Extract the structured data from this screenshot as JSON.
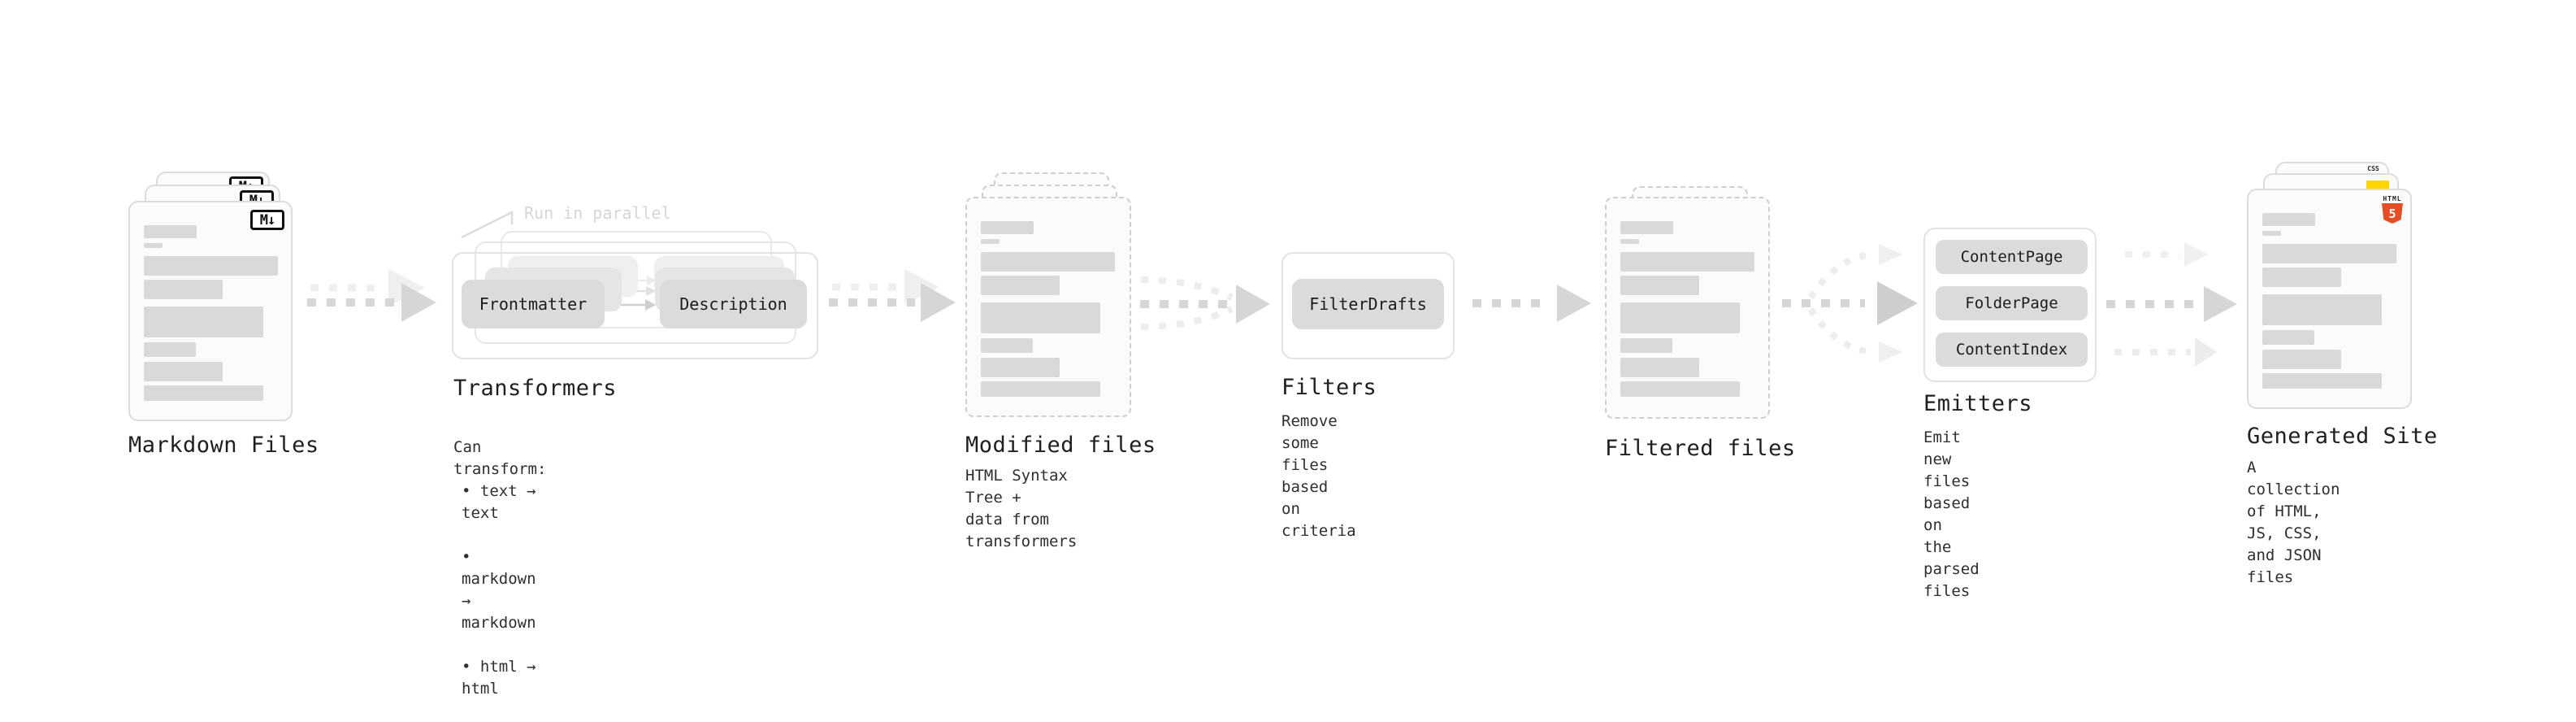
{
  "stages": {
    "markdown": {
      "label": "Markdown Files",
      "file_badge": "M↓"
    },
    "transformers": {
      "label": "Transformers",
      "parallel_note": "Run in parallel",
      "input_box": "Frontmatter",
      "output_box": "Description",
      "desc_title": "Can transform:",
      "bullets": [
        "• text → text",
        "• markdown → markdown",
        "• html → html"
      ]
    },
    "modified": {
      "label": "Modified files",
      "desc": "HTML Syntax Tree +\ndata from transformers"
    },
    "filters": {
      "label": "Filters",
      "filter_box": "FilterDrafts",
      "desc": "Remove some files based\non criteria"
    },
    "filtered": {
      "label": "Filtered files"
    },
    "emitters": {
      "label": "Emitters",
      "emitter_boxes": [
        "ContentPage",
        "FolderPage",
        "ContentIndex"
      ],
      "desc": "Emit new files based on\nthe parsed files"
    },
    "site": {
      "label": "Generated Site",
      "desc": "A collection of HTML,\nJS, CSS, and JSON files",
      "css_badge": "CSS",
      "html_badge_title": "HTML",
      "html_badge_number": "5"
    }
  },
  "colors": {
    "heading": "#1f1f1f",
    "body_text": "#2e2e2e",
    "muted_note": "#d6d6d6",
    "card_bg": "#fbfbfb",
    "card_border": "#dcdcdc",
    "bar": "#d9d9d9",
    "box_bg": "#dbdbdb",
    "arrow": "#d6d6d6",
    "arrow_light": "#efefef",
    "html5_orange": "#e44d26",
    "js_yellow": "#ffd600",
    "css_blue": "#2965f1"
  }
}
